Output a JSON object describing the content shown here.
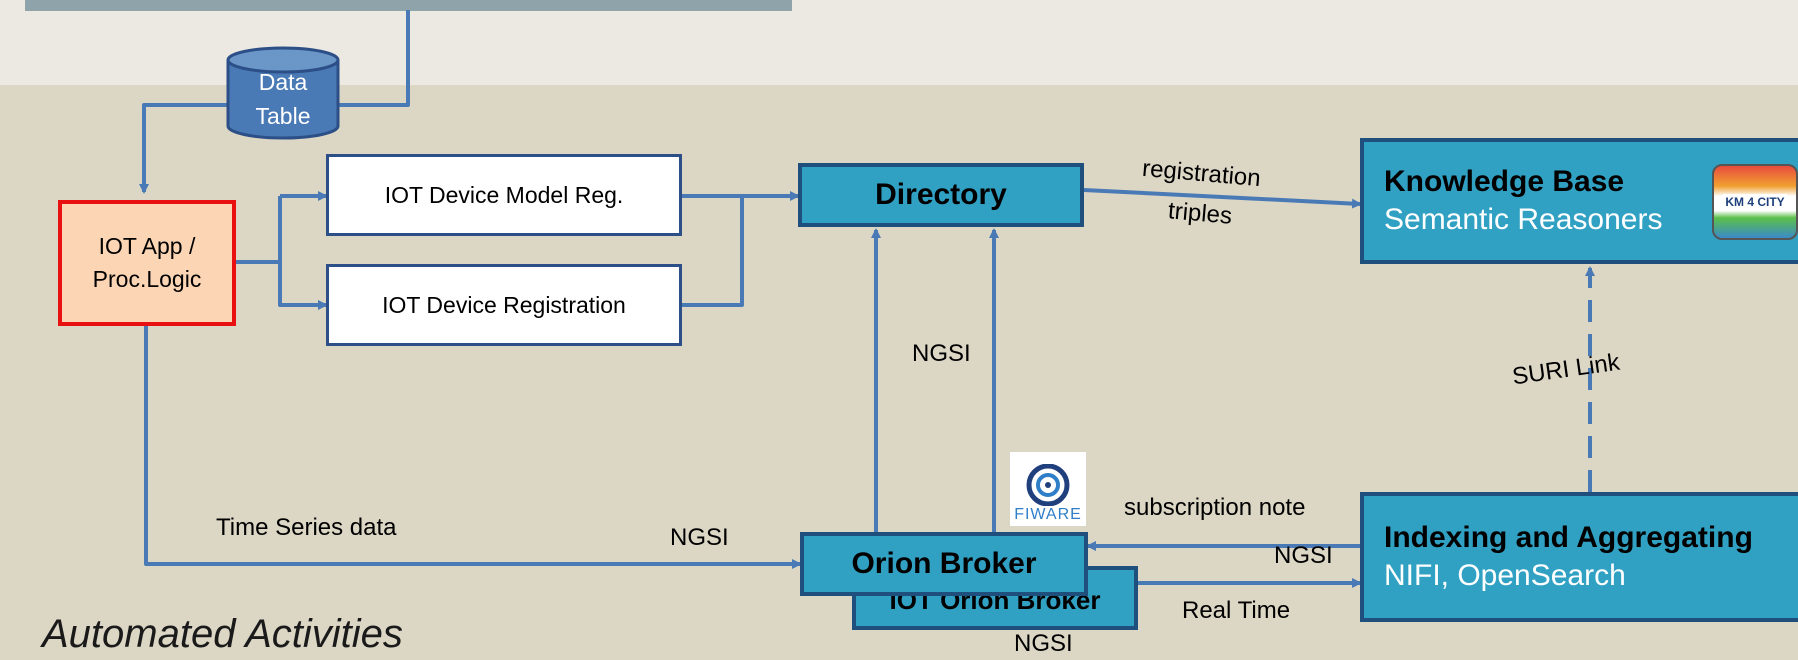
{
  "diagram": {
    "data_table": [
      "Data",
      "Table"
    ],
    "iot_app": [
      "IOT App /",
      "Proc.Logic"
    ],
    "model_reg": "IOT Device Model Reg.",
    "device_reg": "IOT Device Registration",
    "directory": "Directory",
    "knowledge_base": {
      "title": "Knowledge Base",
      "subtitle": "Semantic Reasoners"
    },
    "kb_logo_text": "KM 4 CITY",
    "indexing": {
      "title": "Indexing and Aggregating",
      "subtitle": "NIFI, OpenSearch"
    },
    "orion_broker": "Orion Broker",
    "iot_orion_broker": "IOT Orion Broker",
    "fiware_logo": "FIWARE",
    "labels": {
      "registration": "registration",
      "triples": "triples",
      "ngsi_mid": "NGSI",
      "suri_link": "SURI Link",
      "time_series": "Time Series data",
      "ngsi_left": "NGSI",
      "subscription_note": "subscription note",
      "ngsi_right": "NGSI",
      "real_time": "Real Time",
      "ngsi_bottom": "NGSI"
    },
    "footer_title": "Automated Activities"
  },
  "colors": {
    "arrow": "#4a7ab5",
    "teal": "#31a1c3",
    "teal_border": "#1f4f7d",
    "box_border": "#2c4f87",
    "iot_app_fill": "#fcd5b5",
    "iot_app_border": "#e81010"
  }
}
